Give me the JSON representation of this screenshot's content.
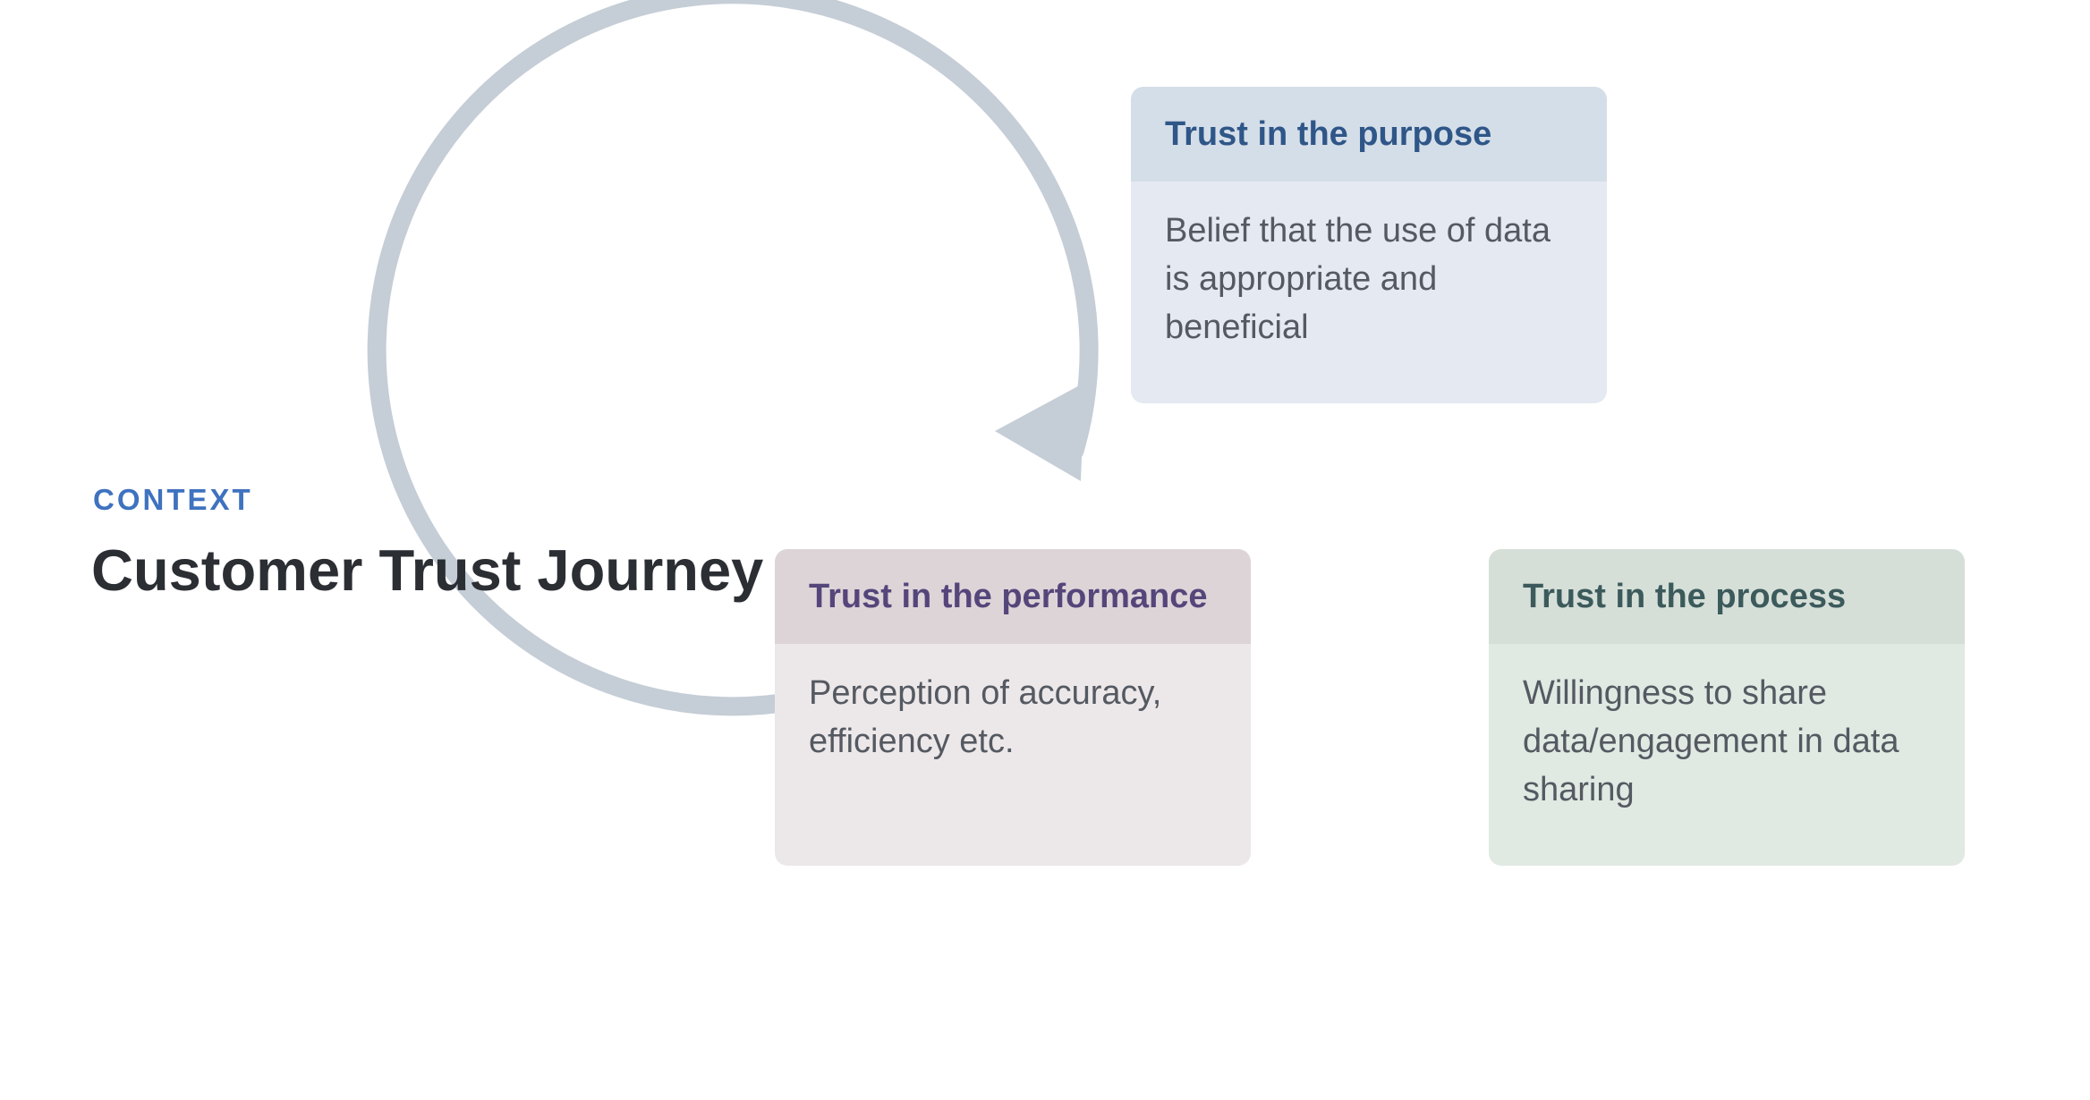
{
  "header": {
    "eyebrow": "CONTEXT",
    "title": "Customer Trust Journey"
  },
  "colors": {
    "eyebrow": "#3f72bf",
    "title": "#2b2e33",
    "cycle_ring": "#c5cdd6",
    "purpose_accent": "#2f5688",
    "performance_accent": "#54467a",
    "process_accent": "#3c5a5b"
  },
  "cards": {
    "purpose": {
      "heading": "Trust in the purpose",
      "body": "Belief that the use of data is appropriate and beneficial"
    },
    "performance": {
      "heading": "Trust in the performance",
      "body": "Perception of accuracy, efficiency etc."
    },
    "process": {
      "heading": "Trust in the process",
      "body": "Willingness to share data/engagement in data sharing"
    }
  },
  "icons": {
    "cycle_arrow": "arrow-head-icon"
  }
}
